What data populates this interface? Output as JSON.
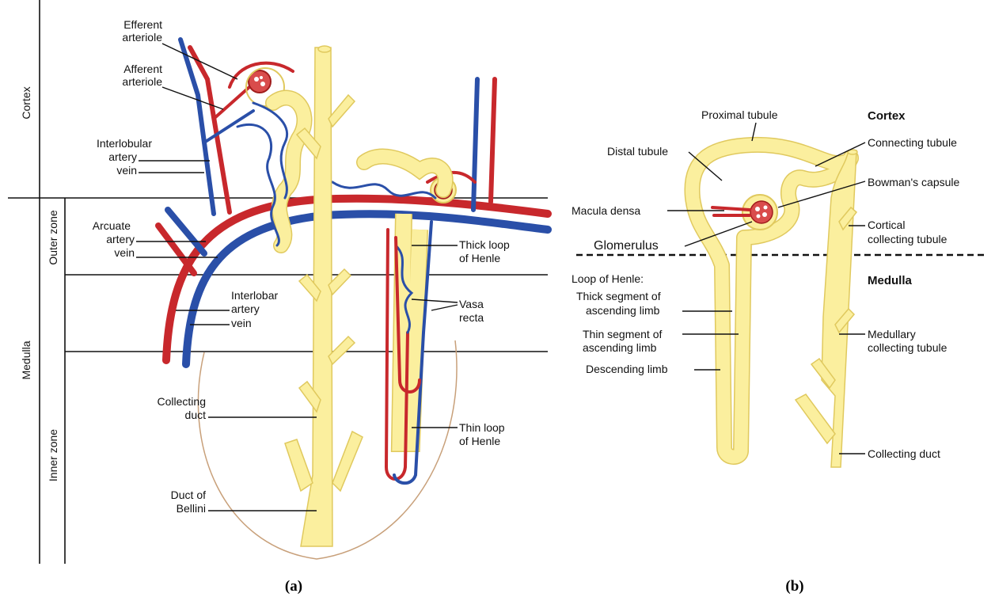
{
  "panel_a": {
    "caption": "(a)",
    "zones": {
      "cortex": "Cortex",
      "medulla": "Medulla",
      "outer_zone": "Outer zone",
      "inner_zone": "Inner zone"
    },
    "labels": {
      "efferent": [
        "Efferent",
        "arteriole"
      ],
      "afferent": [
        "Afferent",
        "arteriole"
      ],
      "interlobular": [
        "Interlobular",
        "artery",
        "vein"
      ],
      "arcuate": [
        "Arcuate",
        "artery",
        "vein"
      ],
      "interlobar": [
        "Interlobar",
        "artery",
        "vein"
      ],
      "collecting_duct": [
        "Collecting",
        "duct"
      ],
      "duct_bellini": [
        "Duct of",
        "Bellini"
      ],
      "thick_loop": [
        "Thick loop",
        "of Henle"
      ],
      "vasa_recta": [
        "Vasa",
        "recta"
      ],
      "thin_loop": [
        "Thin loop",
        "of Henle"
      ]
    }
  },
  "panel_b": {
    "caption": "(b)",
    "labels": {
      "proximal_tubule": "Proximal tubule",
      "cortex": "Cortex",
      "distal_tubule": "Distal tubule",
      "connecting_tubule": "Connecting tubule",
      "bowmans_capsule": "Bowman's capsule",
      "macula_densa": "Macula densa",
      "cortical_collecting": [
        "Cortical",
        "collecting tubule"
      ],
      "glomerulus": "Glomerulus",
      "loop_of_henle": "Loop of Henle:",
      "thick_ascending": [
        "Thick segment of",
        "ascending limb"
      ],
      "medulla": "Medulla",
      "thin_ascending": [
        "Thin segment of",
        "ascending limb"
      ],
      "medullary_collecting": [
        "Medullary",
        "collecting tubule"
      ],
      "descending_limb": "Descending limb",
      "collecting_duct": "Collecting duct"
    }
  },
  "colors": {
    "tubule": "#fbef9e",
    "artery": "#c8282c",
    "vein": "#2a4fa8"
  }
}
